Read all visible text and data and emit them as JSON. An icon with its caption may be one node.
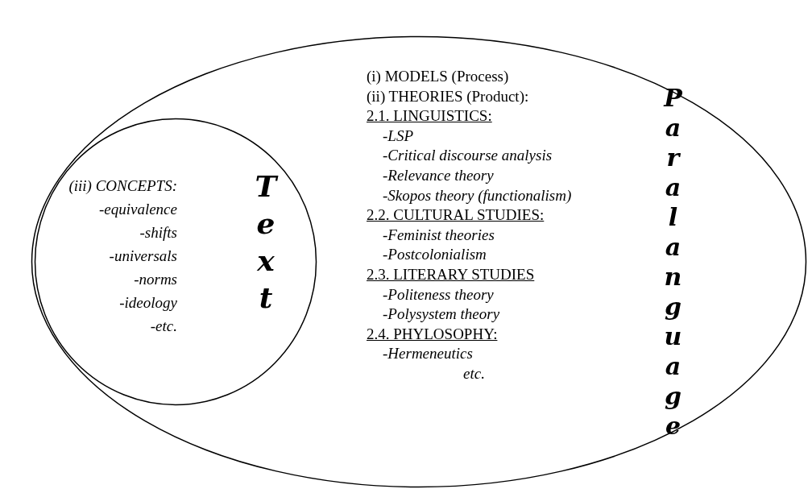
{
  "diagram": {
    "nodes": [
      {
        "text": [
          "Paralanguage",
          "(i) MODELS (Process)",
          "(ii) THEORIES (Product):",
          "2.1. LINGUISTICS:",
          "-LSP",
          "-Critical discourse analysis",
          "-Relevance theory",
          "-Skopos theory (functionalism)",
          "2.2. CULTURAL STUDIES:",
          "-Feminist theories",
          "-Postcolonialism",
          "2.3. LITERARY STUDIES",
          "-Politeness theory",
          "-Polysystem theory",
          "2.4. PHYLOSOPHY:",
          "-Hermeneutics",
          "etc."
        ]
      },
      {
        "in": 0,
        "text": [
          "Text",
          "(iii) CONCEPTS:",
          "-equivalence",
          "-shifts",
          "-universals",
          "-norms",
          "-ideology",
          "-etc."
        ]
      }
    ]
  }
}
